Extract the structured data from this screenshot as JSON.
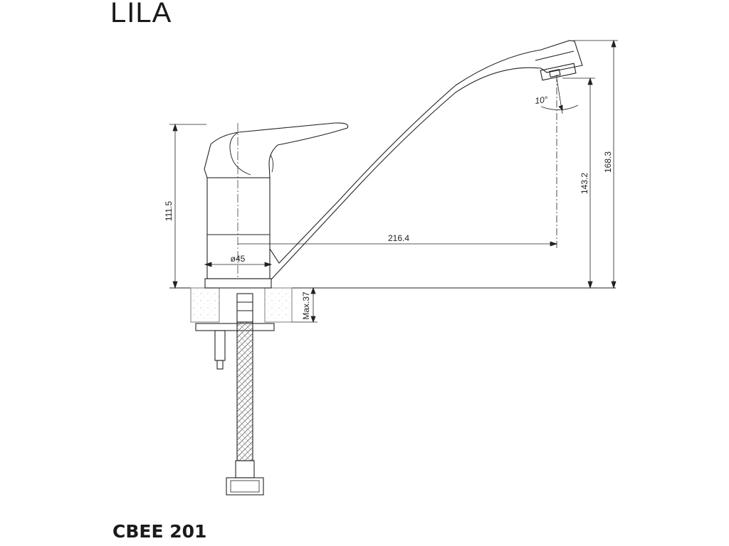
{
  "header": {
    "title": "LILA"
  },
  "footer": {
    "model": "CBEE 201"
  },
  "dimensions": {
    "height_lever": "111.5",
    "diameter": "ø45",
    "spout_reach": "216.4",
    "spout_height": "143.2",
    "total_height": "168.3",
    "max_thickness": "Max.37",
    "swivel_angle": "10°"
  },
  "colors": {
    "line": "#222222",
    "hatch": "#888888"
  }
}
